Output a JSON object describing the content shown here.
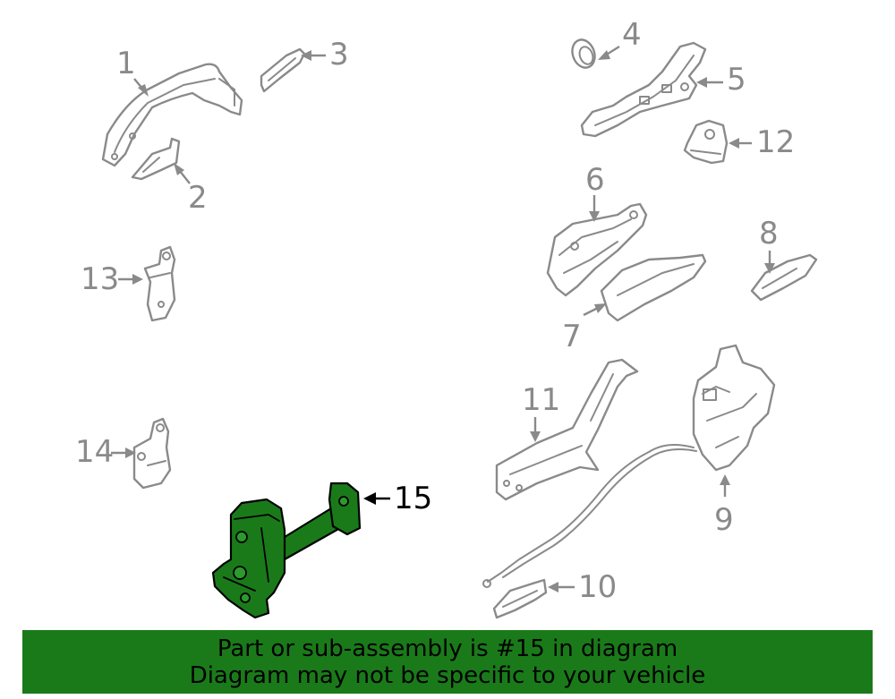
{
  "diagram": {
    "highlight_color": "#1a7a1a",
    "highlighted_part": "15",
    "callouts": {
      "c1": "1",
      "c2": "2",
      "c3": "3",
      "c4": "4",
      "c5": "5",
      "c6": "6",
      "c7": "7",
      "c8": "8",
      "c9": "9",
      "c10": "10",
      "c11": "11",
      "c12": "12",
      "c13": "13",
      "c14": "14",
      "c15": "15"
    }
  },
  "banner": {
    "line1": "Part or sub-assembly is #15 in diagram",
    "line2": "Diagram may not be specific to your vehicle",
    "background": "#1a7a1a"
  }
}
